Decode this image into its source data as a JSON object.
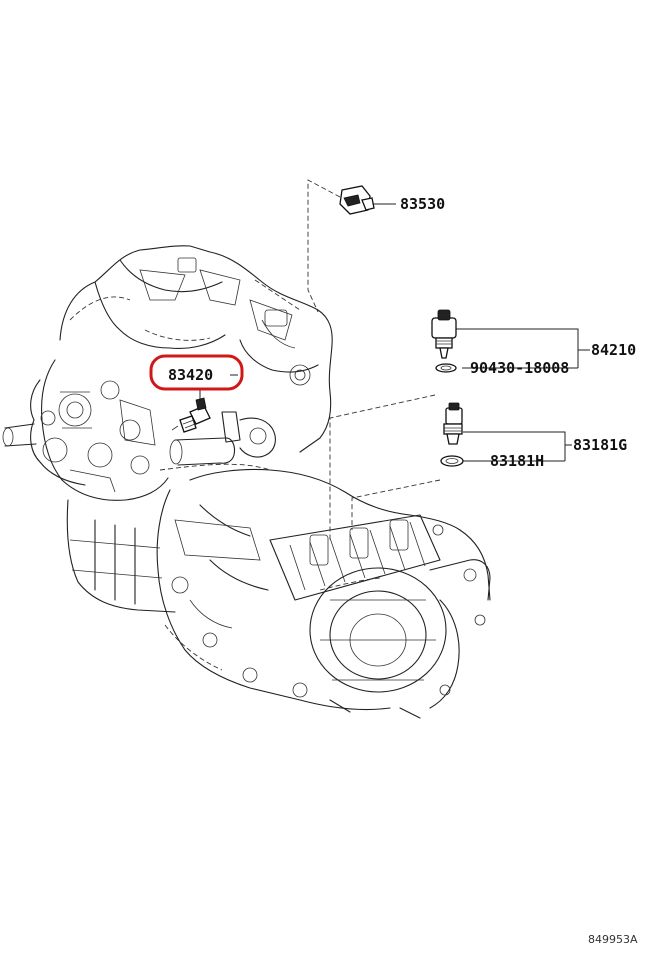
{
  "diagram": {
    "callouts": {
      "c83530": "83530",
      "c84210": "84210",
      "c90430": "90430-18008",
      "c83181g": "83181G",
      "c83181h": "83181H",
      "c83420": "83420"
    },
    "highlighted_part": "83420",
    "highlight_color": "#d01818",
    "drawing_id": "849953A"
  }
}
